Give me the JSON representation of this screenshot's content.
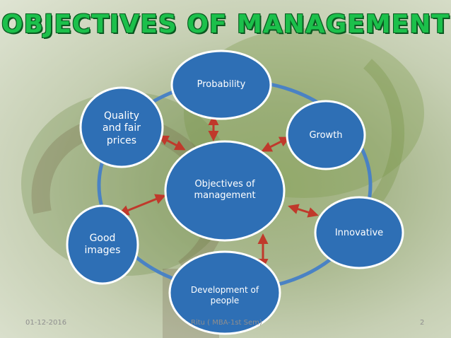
{
  "slide": {
    "title": "OBJECTIVES OF MANAGEMENT",
    "center": "Objectives of\nmanagement",
    "nodes": {
      "probability": "Probability",
      "growth": "Growth",
      "innovative": "Innovative",
      "development": "Development of\npeople",
      "good_images": "Good\nimages",
      "quality": "Quality\nand fair\nprices"
    },
    "footer": {
      "date": "01-12-2016",
      "author": "Ritu ( MBA-1st Sem)",
      "page": "2"
    }
  },
  "colors": {
    "node_fill": "#2e6fb5",
    "node_border": "#ffffff",
    "ring": "#4a82c4",
    "arrow": "#c0392b",
    "title": "#1cc04b"
  }
}
